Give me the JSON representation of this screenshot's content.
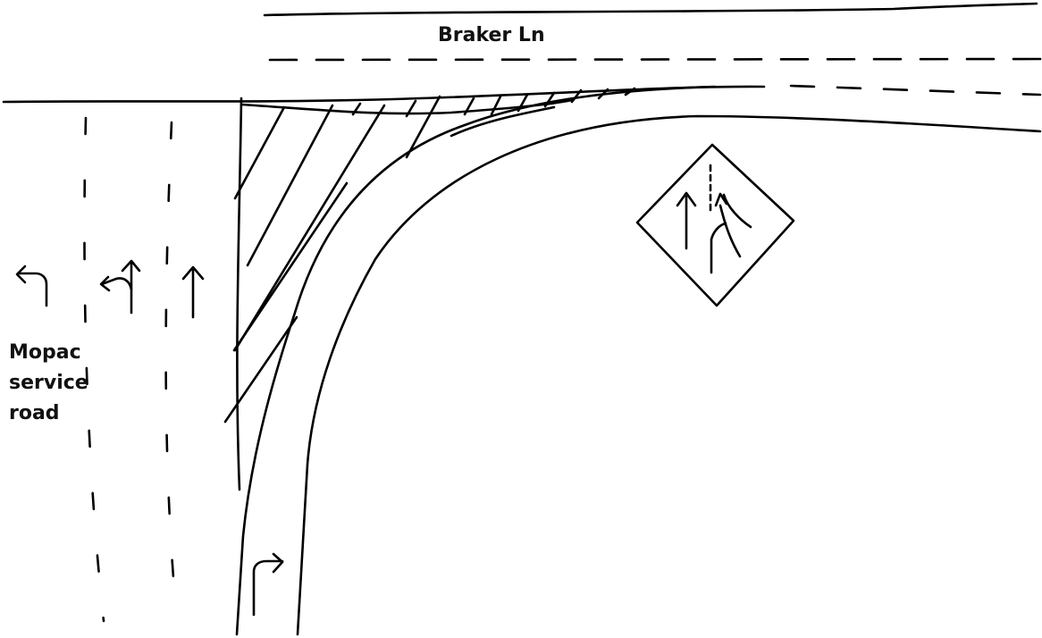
{
  "labels": {
    "braker": "Braker Ln",
    "mopac": [
      "Mopac",
      "service",
      "road"
    ]
  },
  "stroke_color": "#000000",
  "background_color": "#ffffff",
  "icons": {
    "mopac_lane_arrows": [
      "left-turn-arrow-icon",
      "left-turn-or-straight-arrow-icon",
      "straight-arrow-icon"
    ],
    "ramp_lane_arrow": "right-turn-arrow-icon",
    "diamond_sign": "merge-warning-sign-icon"
  }
}
